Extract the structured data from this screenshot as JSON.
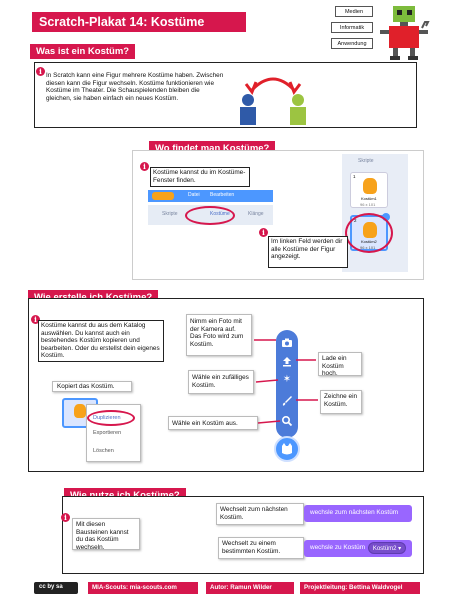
{
  "header": {
    "title": "Scratch-Plakat 14: Kostüme",
    "tags": [
      "Medien",
      "Informatik",
      "Anwendung"
    ]
  },
  "section1": {
    "title": "Was ist ein Kostüm?",
    "text": "In Scratch kann eine Figur mehrere Kostüme haben. Zwischen diesen kann die Figur wechseln. Kostüme funktionieren wie Kostüme im Theater. Die Schauspielenden bleiben die gleichen, sie haben einfach ein neues Kostüm."
  },
  "section2": {
    "title": "Wo findet man Kostüme?",
    "text1": "Kostüme kannst du im Kostüme-Fenster finden.",
    "text2": "Im linken Feld werden dir alle Kostüme der Figur angezeigt.",
    "ui": {
      "menu_file": "Datei",
      "menu_edit": "Bearbeiten",
      "tab_code": "Skripte",
      "tab_costumes": "Kostüme",
      "tab_sounds": "Klänge",
      "costume1_name": "Kostüm1",
      "costume1_size": "96 x 101",
      "costume2_name": "Kostüm2",
      "costume2_size": "96 x 101",
      "costume1_index": "1",
      "costume2_index": "2"
    }
  },
  "section3": {
    "title": "Wie erstelle ich Kostüme?",
    "text1": "Kostüme kannst du aus dem Katalog auswählen. Du kannst auch ein bestehendes Kostüm kopieren und bearbeiten. Oder du erstellst dein eigenes Kostüm.",
    "copy_label": "Kopiert das Kostüm.",
    "context_menu": [
      "Duplizieren",
      "Exportieren",
      "Löschen"
    ],
    "photo_label": "Nimm ein Foto mit der Kamera auf. Das Foto wird zum Kostüm.",
    "random_label": "Wähle ein zufälliges Kostüm.",
    "choose_label": "Wähle ein Kostüm aus.",
    "upload_label": "Lade ein Kostüm hoch.",
    "paint_label": "Zeichne ein Kostüm."
  },
  "section4": {
    "title": "Wie nutze ich Kostüme?",
    "text": "Mit diesen Bausteinen kannst du das Kostüm wechseln.",
    "next_label": "Wechselt zum nächsten Kostüm.",
    "next_block": "wechsle zum nächsten Kostüm",
    "switch_label": "Wechselt zu einem bestimmten Kostüm.",
    "switch_block": "wechsle zu Kostüm",
    "switch_value": "Kostüm2 ▾"
  },
  "footer": {
    "license": "cc by sa",
    "site": "MIA-Scouts: mia-scouts.com",
    "author": "Autor: Ramun Wilder",
    "lead": "Projektleitung: Bettina Waldvogel"
  },
  "colors": {
    "accent": "#d6174d",
    "scratch_blue": "#4c97ff",
    "block_purple": "#9966ff"
  }
}
